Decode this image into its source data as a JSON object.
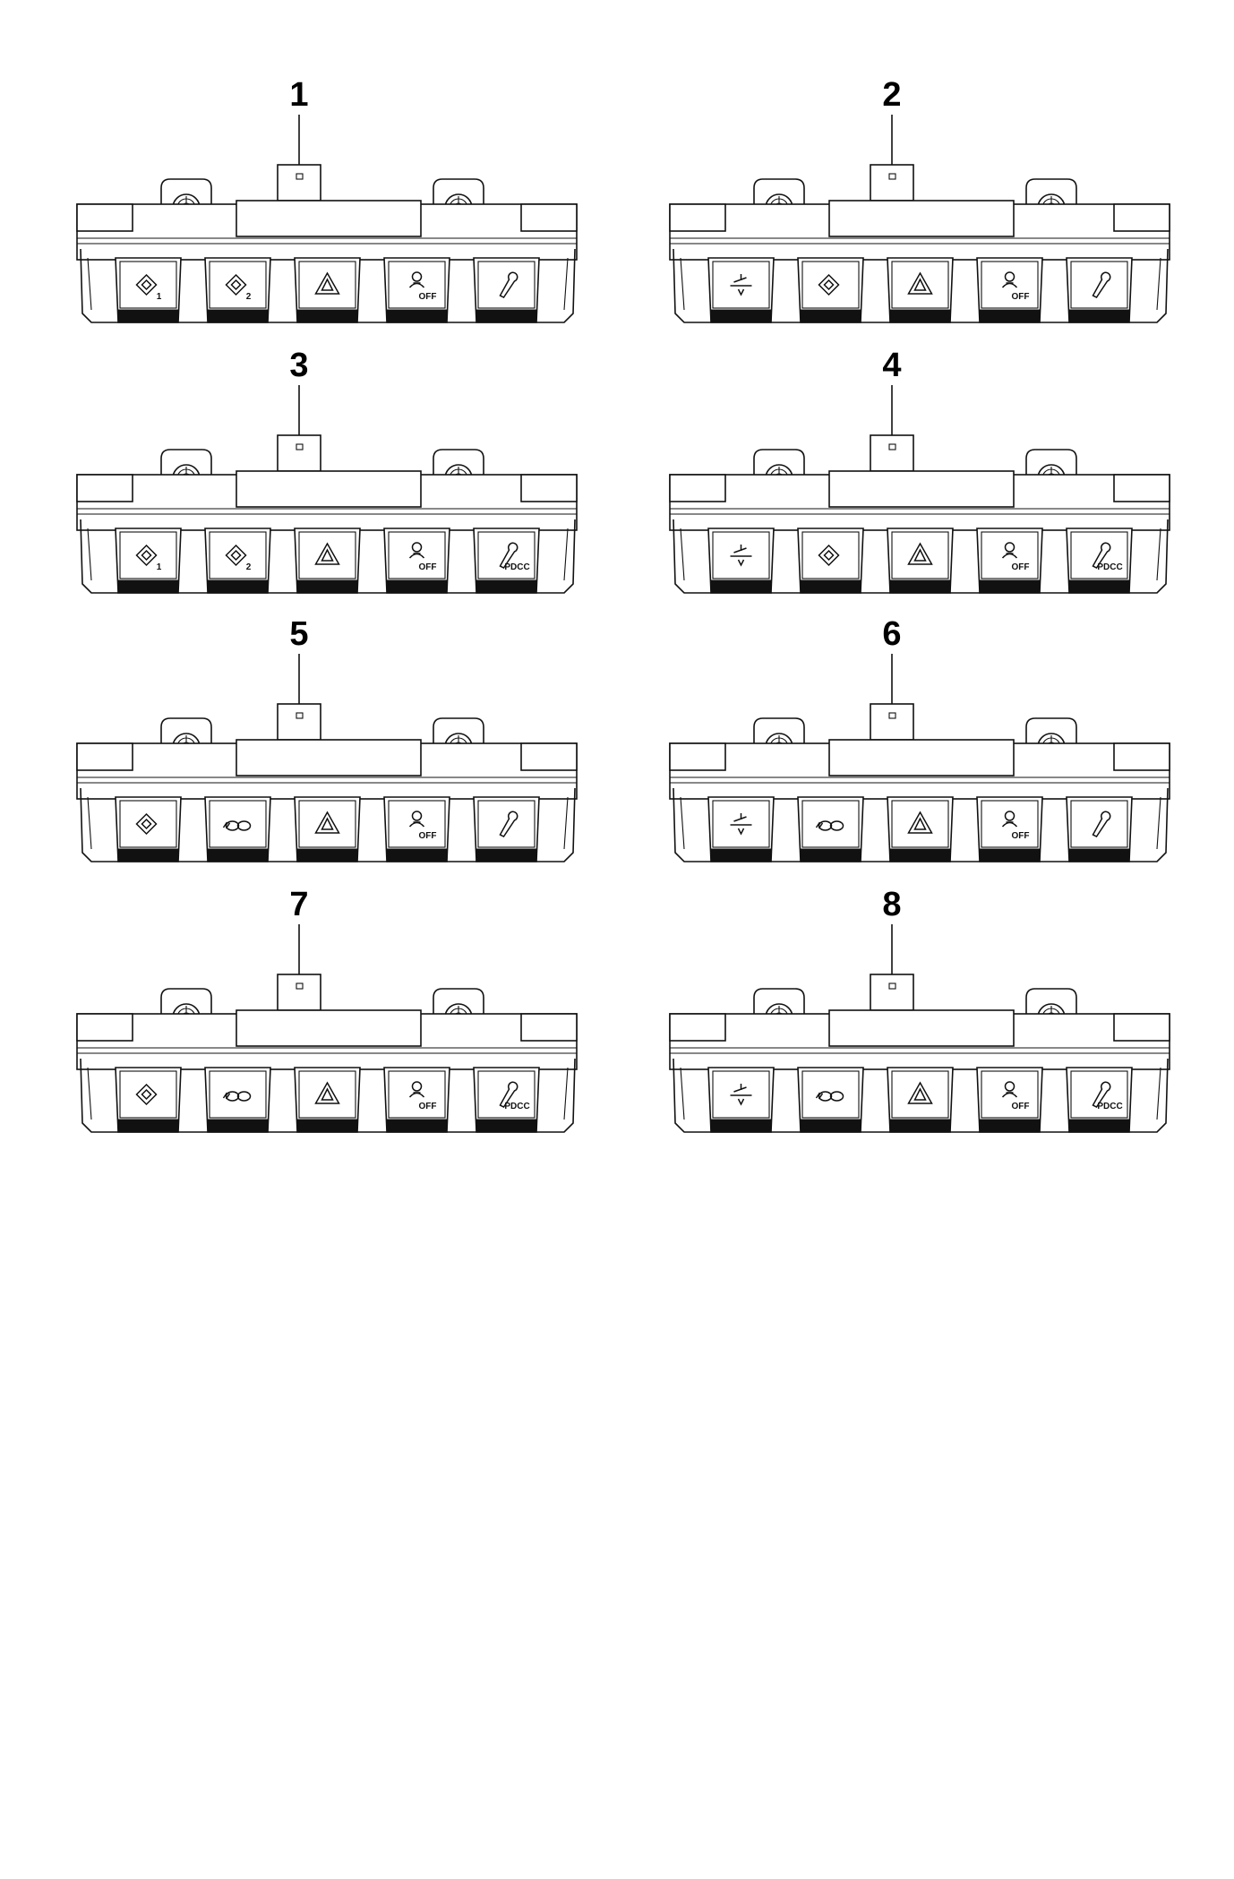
{
  "panels": [
    {
      "callout": "1",
      "buttons": [
        {
          "icon": "diamond-1-icon",
          "label": "1"
        },
        {
          "icon": "diamond-2-icon",
          "label": "2"
        },
        {
          "icon": "hazard-triangle-icon",
          "label": ""
        },
        {
          "icon": "ofp-passenger-icon",
          "label": "OFF"
        },
        {
          "icon": "key-icon",
          "label": ""
        }
      ]
    },
    {
      "callout": "2",
      "buttons": [
        {
          "icon": "suspension-lift-icon",
          "label": ""
        },
        {
          "icon": "diamond-icon",
          "label": ""
        },
        {
          "icon": "hazard-triangle-icon",
          "label": ""
        },
        {
          "icon": "ofp-passenger-icon",
          "label": "OFF"
        },
        {
          "icon": "key-icon",
          "label": ""
        }
      ]
    },
    {
      "callout": "3",
      "buttons": [
        {
          "icon": "diamond-1-icon",
          "label": "1"
        },
        {
          "icon": "diamond-2-icon",
          "label": "2"
        },
        {
          "icon": "hazard-triangle-icon",
          "label": ""
        },
        {
          "icon": "ofp-passenger-icon",
          "label": "OFF"
        },
        {
          "icon": "key-pdcc-icon",
          "label": "PDCC"
        }
      ]
    },
    {
      "callout": "4",
      "buttons": [
        {
          "icon": "suspension-lift-icon",
          "label": ""
        },
        {
          "icon": "diamond-icon",
          "label": ""
        },
        {
          "icon": "hazard-triangle-icon",
          "label": ""
        },
        {
          "icon": "ofp-passenger-icon",
          "label": "OFF"
        },
        {
          "icon": "key-pdcc-icon",
          "label": "PDCC"
        }
      ]
    },
    {
      "callout": "5",
      "buttons": [
        {
          "icon": "diamond-icon",
          "label": ""
        },
        {
          "icon": "sport-exhaust-icon",
          "label": ""
        },
        {
          "icon": "hazard-triangle-icon",
          "label": ""
        },
        {
          "icon": "ofp-passenger-icon",
          "label": "OFF"
        },
        {
          "icon": "key-icon",
          "label": ""
        }
      ]
    },
    {
      "callout": "6",
      "buttons": [
        {
          "icon": "suspension-lift-icon",
          "label": ""
        },
        {
          "icon": "sport-exhaust-icon",
          "label": ""
        },
        {
          "icon": "hazard-triangle-icon",
          "label": ""
        },
        {
          "icon": "ofp-passenger-icon",
          "label": "OFF"
        },
        {
          "icon": "key-icon",
          "label": ""
        }
      ]
    },
    {
      "callout": "7",
      "buttons": [
        {
          "icon": "diamond-icon",
          "label": ""
        },
        {
          "icon": "sport-exhaust-icon",
          "label": ""
        },
        {
          "icon": "hazard-triangle-icon",
          "label": ""
        },
        {
          "icon": "ofp-passenger-icon",
          "label": "OFF"
        },
        {
          "icon": "key-pdcc-icon",
          "label": "PDCC"
        }
      ]
    },
    {
      "callout": "8",
      "buttons": [
        {
          "icon": "suspension-lift-icon",
          "label": ""
        },
        {
          "icon": "sport-exhaust-icon",
          "label": ""
        },
        {
          "icon": "hazard-triangle-icon",
          "label": ""
        },
        {
          "icon": "ofp-passenger-icon",
          "label": "OFF"
        },
        {
          "icon": "key-pdcc-icon",
          "label": "PDCC"
        }
      ]
    }
  ]
}
